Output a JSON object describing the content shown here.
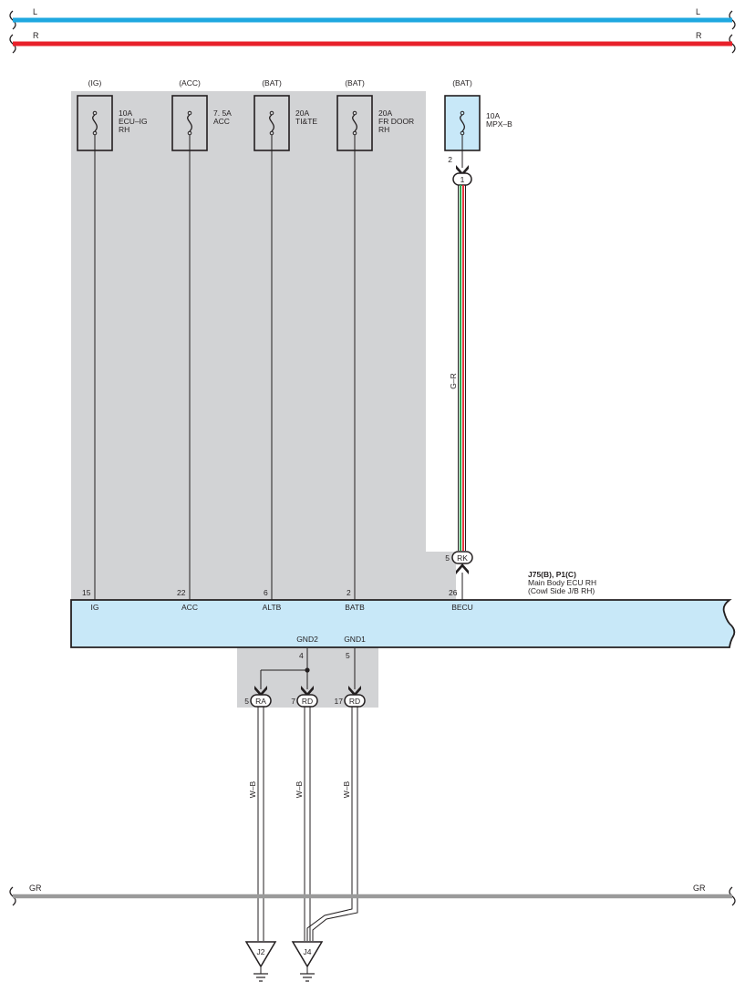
{
  "buses": {
    "top1": {
      "left_label": "L",
      "right_label": "L",
      "color": "#1fa8e0"
    },
    "top2": {
      "left_label": "R",
      "right_label": "R",
      "color": "#e8202a"
    },
    "bottom": {
      "left_label": "GR",
      "right_label": "GR",
      "color": "#9a9a9a"
    }
  },
  "fuses": [
    {
      "source": "(IG)",
      "line1": "10A",
      "line2": "ECU–IG",
      "line3": "RH"
    },
    {
      "source": "(ACC)",
      "line1": "7. 5A",
      "line2": "ACC",
      "line3": ""
    },
    {
      "source": "(BAT)",
      "line1": "20A",
      "line2": "TI&TE",
      "line3": ""
    },
    {
      "source": "(BAT)",
      "line1": "20A",
      "line2": "FR DOOR",
      "line3": "RH"
    },
    {
      "source": "(BAT)",
      "line1": "10A",
      "line2": "MPX–B",
      "line3": ""
    }
  ],
  "mpx": {
    "pin": "2",
    "connector": "1",
    "wire_label": "G–R",
    "lower_pin": "5",
    "lower_connector": "RK",
    "colors": {
      "green": "#2fa84f",
      "red": "#e8202a"
    }
  },
  "ecu": {
    "title": "J75(B), P1(C)",
    "name": "Main Body ECU RH",
    "location": "(Cowl Side J/B RH)",
    "fill": "#c8e8f8",
    "pins": [
      {
        "number": "15",
        "name": "IG"
      },
      {
        "number": "22",
        "name": "ACC"
      },
      {
        "number": "6",
        "name": "ALTB"
      },
      {
        "number": "2",
        "name": "BATB"
      },
      {
        "number": "26",
        "name": "BECU"
      }
    ],
    "ground_pins": [
      {
        "name": "GND2",
        "number": "4"
      },
      {
        "name": "GND1",
        "number": "5"
      }
    ]
  },
  "ground_connectors": [
    {
      "pin": "5",
      "code": "RA"
    },
    {
      "pin": "7",
      "code": "RD"
    },
    {
      "pin": "17",
      "code": "RD"
    }
  ],
  "ground_wire_label": "W–B",
  "junctions": [
    {
      "label": "J2"
    },
    {
      "label": "J4"
    }
  ]
}
